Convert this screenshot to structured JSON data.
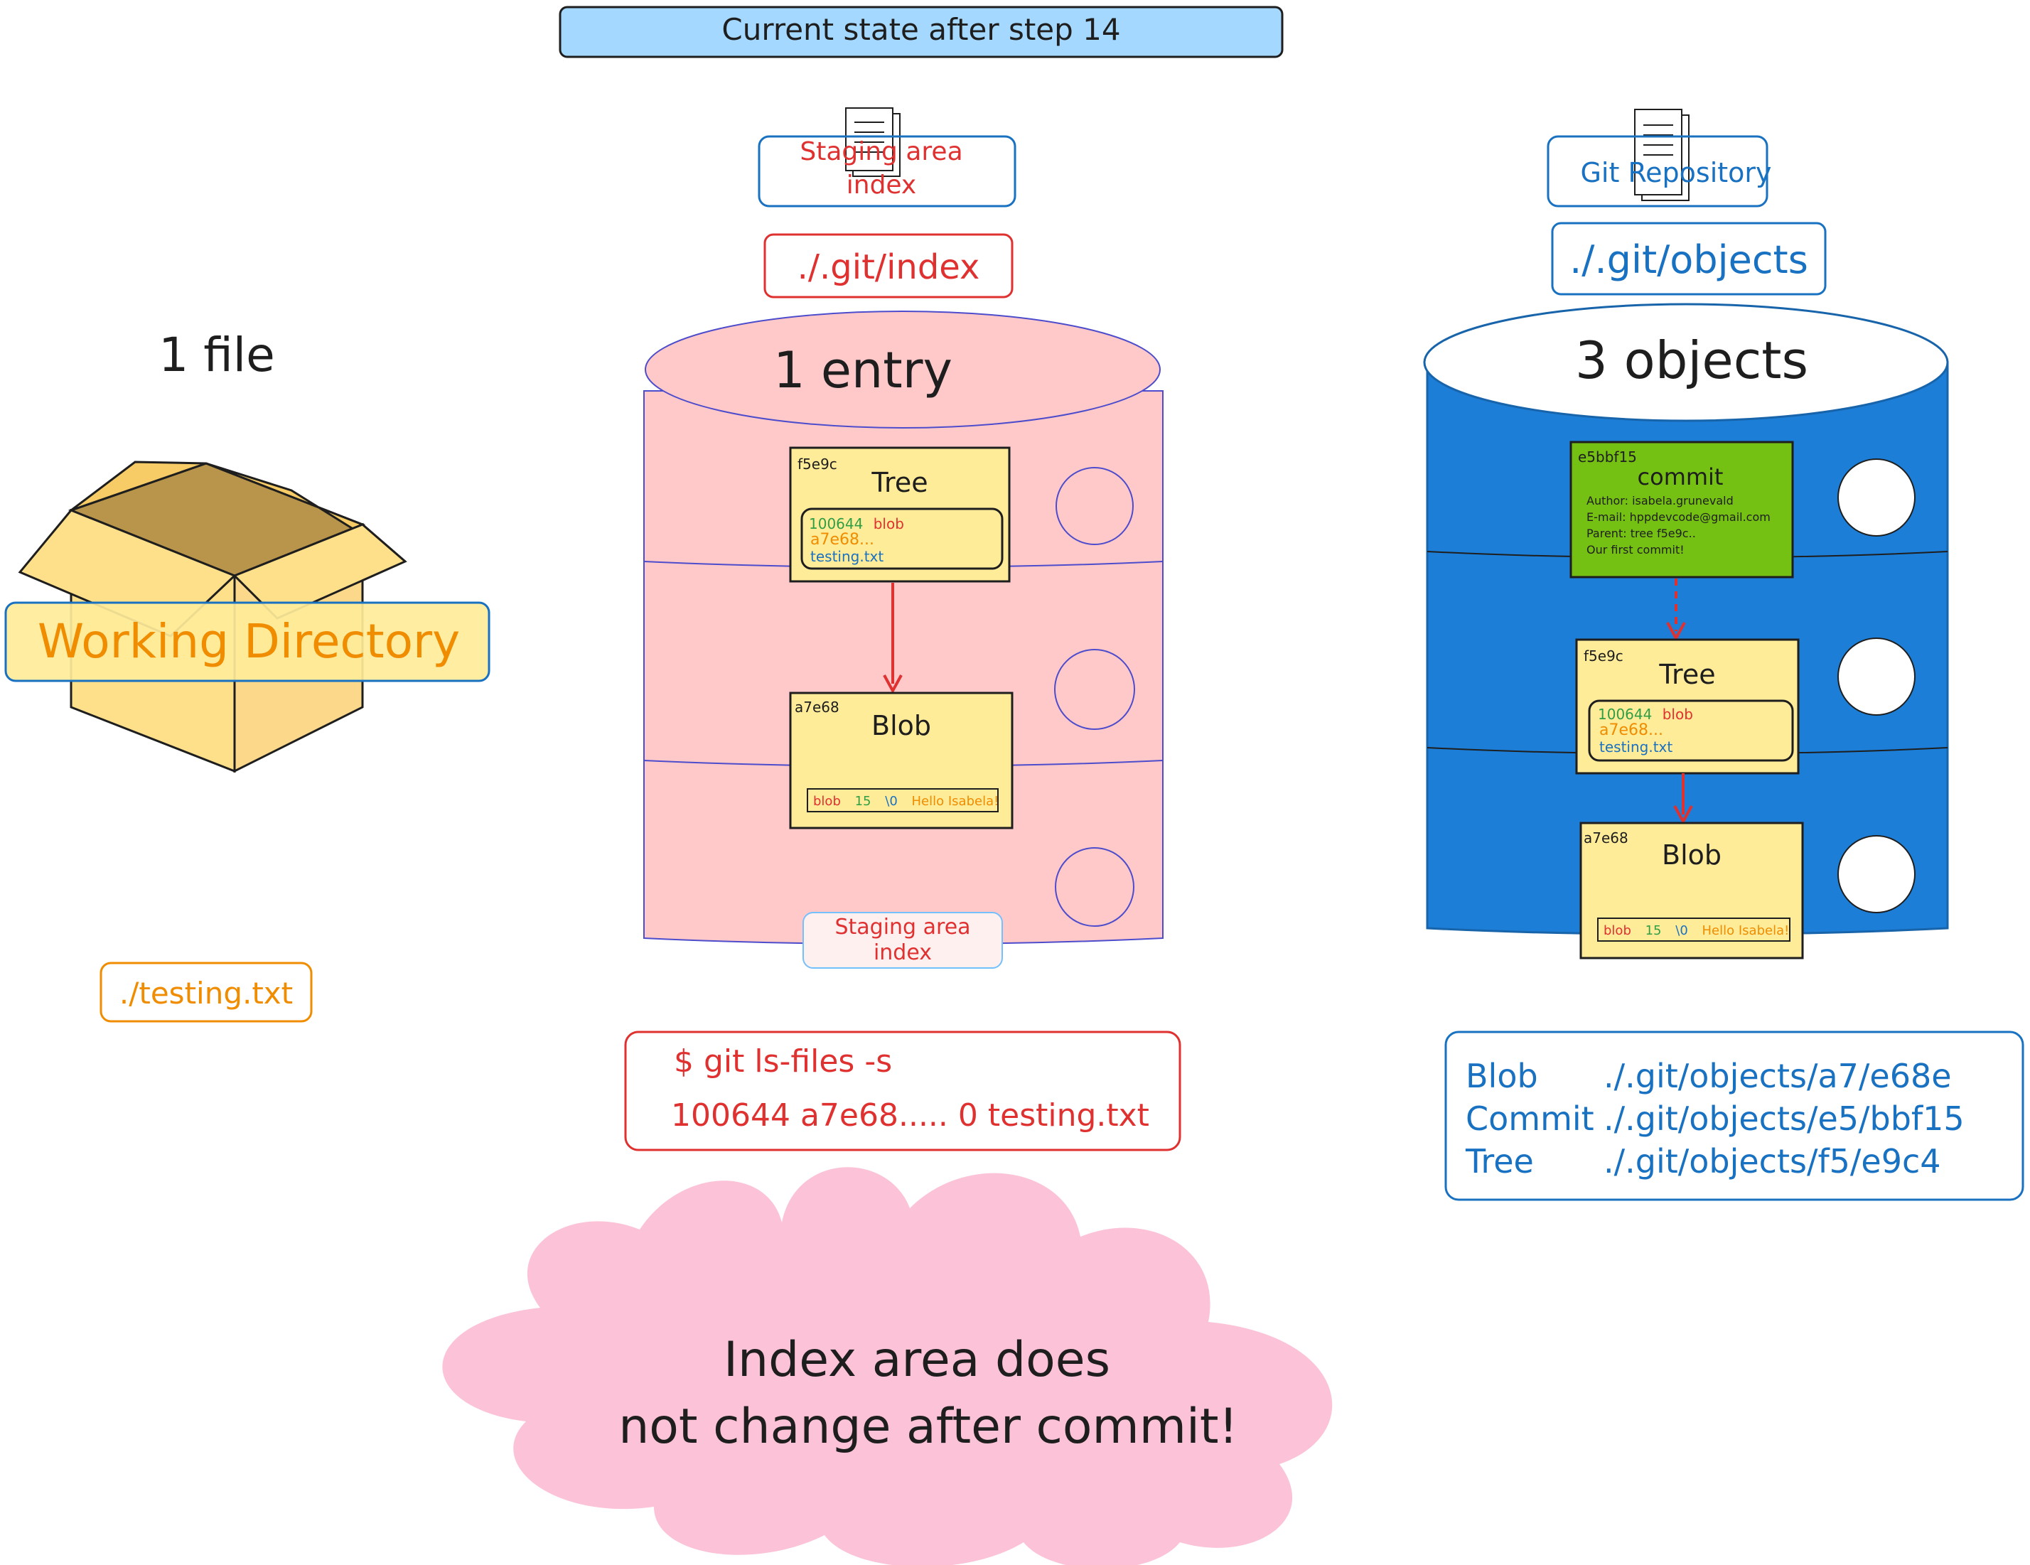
{
  "title": "Current state after step 14",
  "working_directory": {
    "count_label": "1 file",
    "label": "Working Directory",
    "file": "./testing.txt"
  },
  "staging": {
    "header": [
      "Staging area",
      "index"
    ],
    "path": "./.git/index",
    "count_label": "1 entry",
    "footer": [
      "Staging area",
      "index"
    ],
    "tree": {
      "hash": "f5e9c",
      "title": "Tree",
      "entry_mode": "100644",
      "entry_type": "blob",
      "entry_hash": "a7e68...",
      "entry_name": "testing.txt"
    },
    "blob": {
      "hash": "a7e68",
      "title": "Blob",
      "content_type": "blob",
      "content_size": "15",
      "content_null": "\\0",
      "content_text": "Hello Isabela!"
    },
    "command": "$ git ls-files -s",
    "command_output": "100644 a7e68..... 0 testing.txt"
  },
  "repository": {
    "header": "Git Repository",
    "path": "./.git/objects",
    "count_label": "3 objects",
    "commit": {
      "hash": "e5bbf15",
      "title": "commit",
      "lines": [
        "Author: isabela.grunevald",
        "E-mail: hppdevcode@gmail.com",
        "Parent: tree f5e9c..",
        "Our first commit!"
      ]
    },
    "tree": {
      "hash": "f5e9c",
      "title": "Tree",
      "entry_mode": "100644",
      "entry_type": "blob",
      "entry_hash": "a7e68...",
      "entry_name": "testing.txt"
    },
    "blob": {
      "hash": "a7e68",
      "title": "Blob",
      "content_type": "blob",
      "content_size": "15",
      "content_null": "\\0",
      "content_text": "Hello Isabela!"
    },
    "object_paths": [
      {
        "type": "Blob",
        "path": "./.git/objects/a7/e68e"
      },
      {
        "type": "Commit",
        "path": "./.git/objects/e5/bbf15"
      },
      {
        "type": "Tree",
        "path": "./.git/objects/f5/e9c4"
      }
    ]
  },
  "note": [
    "Index area does",
    "not change after commit!"
  ],
  "colors": {
    "title_bg": "#a5d8ff",
    "staging_red": "#e03131",
    "staging_fill": "#ffc9c9",
    "repo_blue": "#1971c2",
    "repo_fill": "#1c7ed6",
    "card_yellow": "#ffec99",
    "commit_green": "#74c013",
    "working_orange": "#f08c00",
    "box_yellow": "#ffe08a",
    "cloud_pink": "#fcc2d7"
  }
}
